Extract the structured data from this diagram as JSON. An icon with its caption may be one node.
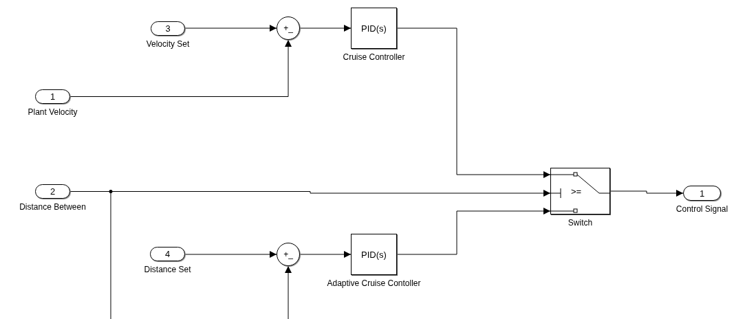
{
  "diagram": {
    "nodes": [
      {
        "text": [
          "3"
        ],
        "beside": [
          "Velocity Set"
        ]
      },
      {
        "text": [
          "1"
        ],
        "beside": [
          "Plant Velocity"
        ]
      },
      {
        "text": [
          "+_"
        ]
      },
      {
        "text": [
          "PID(s)"
        ],
        "beside": [
          "Cruise Controller"
        ]
      },
      {
        "text": [
          "2"
        ],
        "beside": [
          "Distance Between"
        ]
      },
      {
        "text": [
          "4"
        ],
        "beside": [
          "Distance Set"
        ]
      },
      {
        "text": [
          "+_"
        ]
      },
      {
        "text": [
          "PID(s)"
        ],
        "beside": [
          "Adaptive Cruise Contoller"
        ]
      },
      {
        "text": [
          ">="
        ],
        "beside": [
          "Switch"
        ]
      },
      {
        "text": [
          "1"
        ],
        "beside": [
          "Control Signal"
        ]
      }
    ],
    "edges": [
      {
        "from": 0,
        "to": 2,
        "arrow": "to"
      },
      {
        "from": 1,
        "to": 2,
        "arrow": "to"
      },
      {
        "from": 2,
        "to": 3,
        "arrow": "to"
      },
      {
        "from": 3,
        "to": 8,
        "arrow": "to"
      },
      {
        "from": 4,
        "to": 8,
        "arrow": "to"
      },
      {
        "from": 5,
        "to": 6,
        "arrow": "to"
      },
      {
        "from": 4,
        "to": 6,
        "arrow": "to"
      },
      {
        "from": 6,
        "to": 7,
        "arrow": "to"
      },
      {
        "from": 7,
        "to": 8,
        "arrow": "to"
      },
      {
        "from": 8,
        "to": 9,
        "arrow": "to"
      }
    ]
  }
}
